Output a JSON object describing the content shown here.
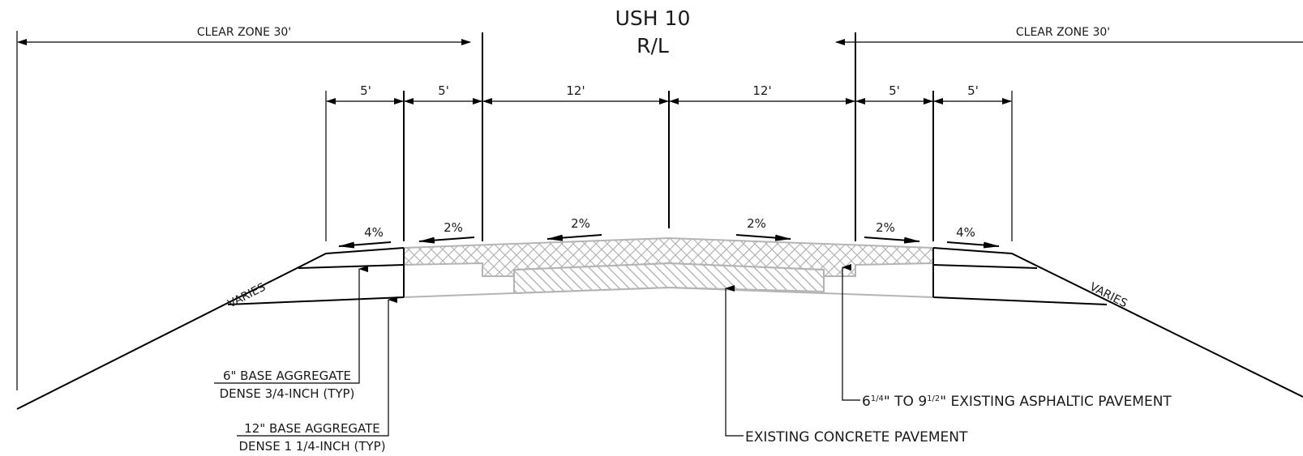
{
  "title": {
    "line1": "USH 10",
    "line2": "R/L"
  },
  "clear_zone": {
    "left": "CLEAR ZONE 30'",
    "right": "CLEAR ZONE 30'"
  },
  "widths": {
    "left_outer": "5'",
    "left_inner": "5'",
    "lane_left": "12'",
    "lane_right": "12'",
    "right_inner": "5'",
    "right_outer": "5'"
  },
  "slopes": {
    "left_outer": "4%",
    "left_inner": "2%",
    "lane_left": "2%",
    "lane_right": "2%",
    "right_inner": "2%",
    "right_outer": "4%"
  },
  "varies": {
    "left": "VARIES",
    "right": "VARIES"
  },
  "callouts": {
    "base6_line1": "6\" BASE AGGREGATE",
    "base6_line2": "DENSE 3/4-INCH (TYP)",
    "base12_line1": "12\" BASE AGGREGATE",
    "base12_line2": "DENSE 1 1/4-INCH (TYP)",
    "asphalt_num1": "6",
    "asphalt_frac1": "1/4",
    "asphalt_mid": "\" TO 9",
    "asphalt_frac2": "1/2",
    "asphalt_rest": "\" EXISTING ASPHALTIC PAVEMENT",
    "concrete": "EXISTING CONCRETE PAVEMENT"
  },
  "colors": {
    "line": "#000000",
    "existing": "#b4b4b4",
    "background": "#ffffff"
  }
}
